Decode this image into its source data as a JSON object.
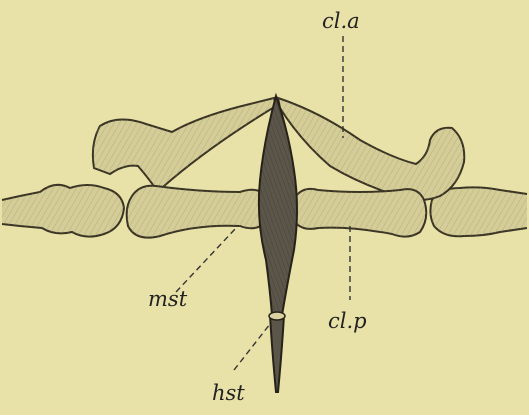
{
  "labels": {
    "clavicle_anterior": "cl.a",
    "clavicle_posterior": "cl.p",
    "mesosternum": "mst",
    "hyposternum": "hst"
  },
  "colors": {
    "background": "#e8e1a8",
    "bone_fill": "#d5cd97",
    "bone_stroke": "#3a3424",
    "sternum_fill": "#5b5649",
    "ink": "#222222"
  }
}
